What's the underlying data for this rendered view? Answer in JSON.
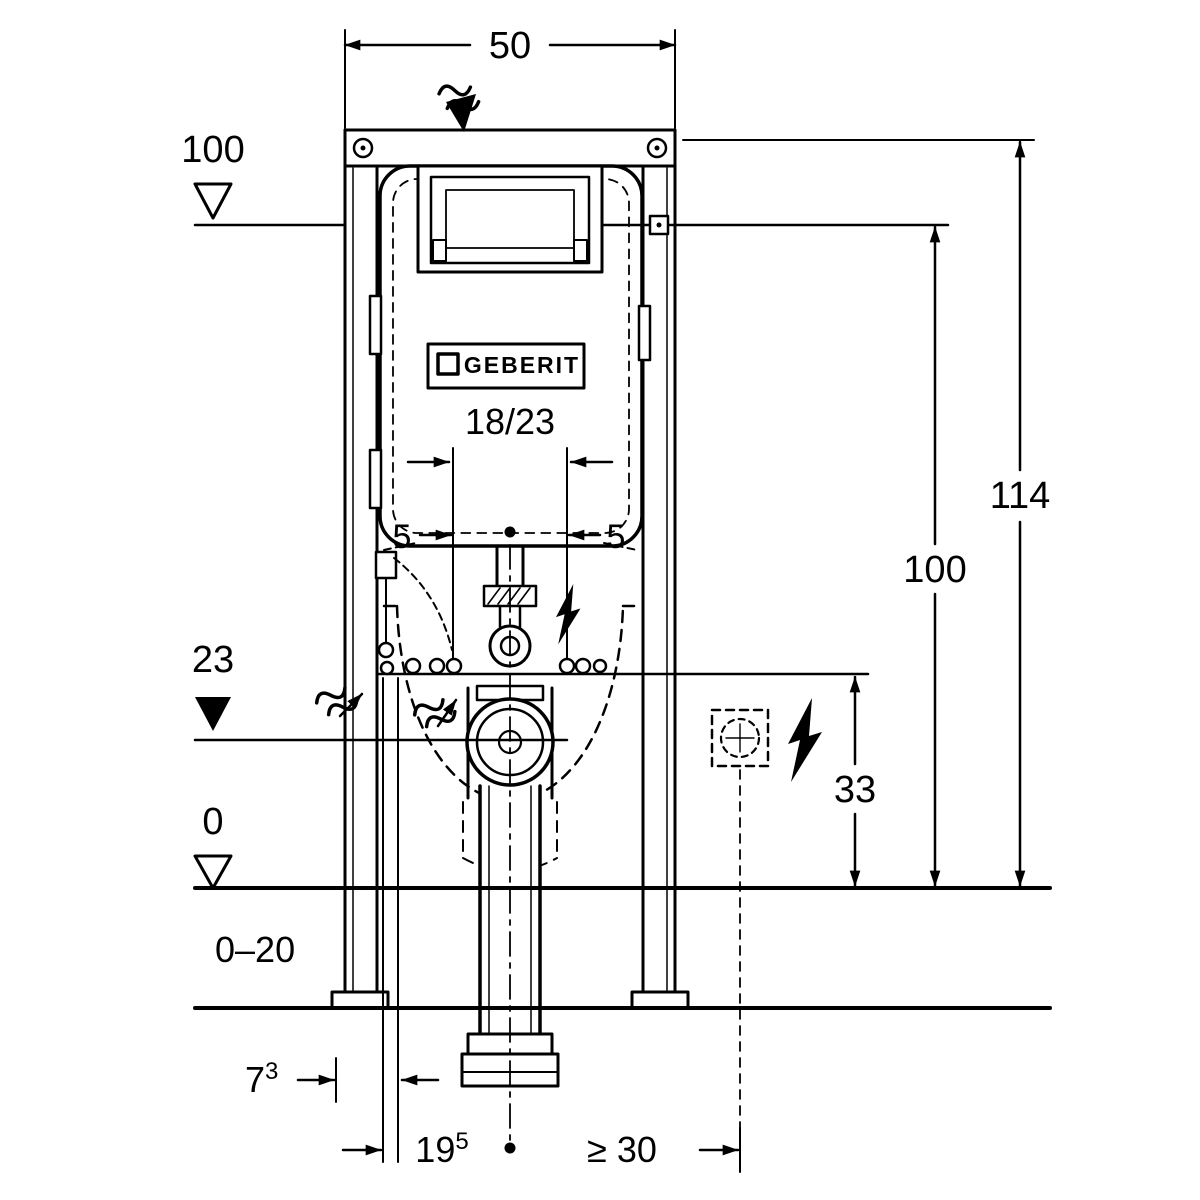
{
  "brand": {
    "logo_text": "GEBERIT"
  },
  "dims": {
    "top_width": "50",
    "overall_height": "114",
    "actuation_height": "100",
    "connection_height": "33",
    "level_top": "100",
    "level_drain": "23",
    "level_floor": "0",
    "floor_buildup_range": "0–20",
    "rod_spacing": "18/23",
    "gap_left": "5",
    "gap_right": "5",
    "front_offset": {
      "value": "7",
      "sup": "3"
    },
    "supply_offset": {
      "value": "19",
      "sup": "5"
    },
    "elec_offset": "≥ 30"
  },
  "icons": {
    "electrical": "lightning-icon",
    "water": "water-flow-icon",
    "level_open": "triangle-open-level-icon",
    "level_filled": "triangle-filled-level-icon",
    "brand_mark": "square-logo-icon"
  },
  "colors": {
    "line": "#000000",
    "background": "#ffffff"
  }
}
